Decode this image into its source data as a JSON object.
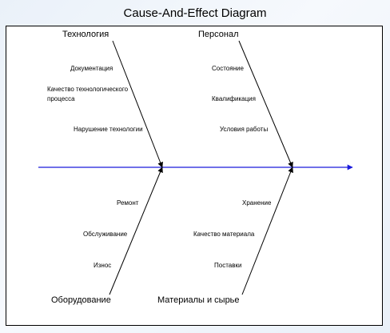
{
  "title": "Cause-And-Effect Diagram",
  "colors": {
    "spine": "#1a1adc",
    "bones": "#000000",
    "background": "#eef3fa"
  },
  "categories": {
    "technology": {
      "label": "Технология",
      "causes": [
        "Документация",
        "Качество технологического процесса",
        "Нарушение технологии"
      ]
    },
    "personnel": {
      "label": "Персонал",
      "causes": [
        "Состояние",
        "Квалификация",
        "Условия  работы"
      ]
    },
    "equipment": {
      "label": "Оборудование",
      "causes": [
        "Ремонт",
        "Обслуживание",
        "Износ"
      ]
    },
    "materials": {
      "label": "Материалы и сырье",
      "causes": [
        "Хранение",
        "Качество  материала",
        "Поставки"
      ]
    }
  },
  "labels": {
    "tech_line1": "Качество технологического",
    "tech_line2": "процесса"
  }
}
